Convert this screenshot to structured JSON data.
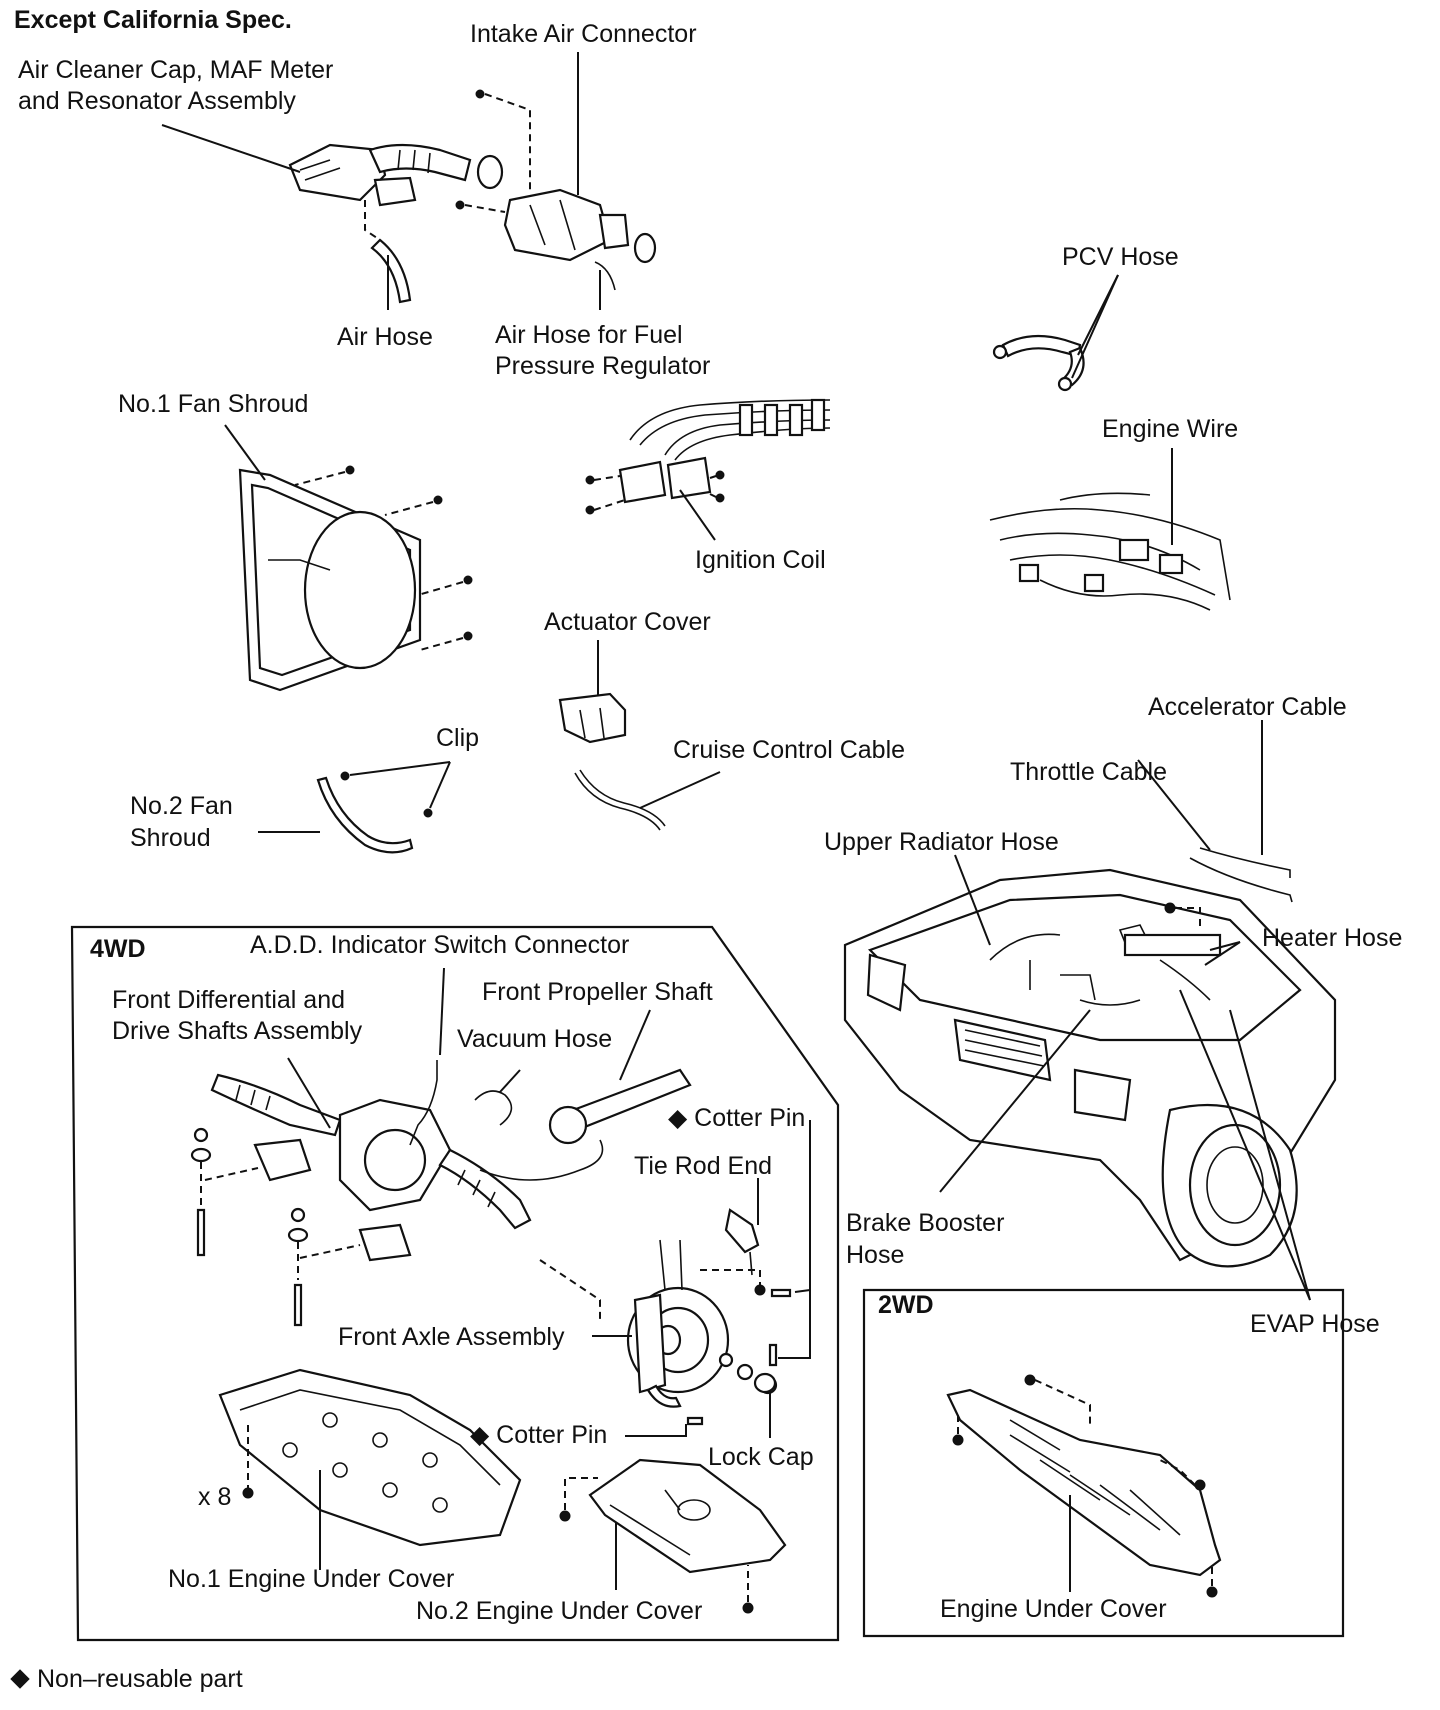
{
  "header": {
    "title": "Except California Spec."
  },
  "labels": {
    "intake_air_connector": "Intake Air Connector",
    "air_cleaner_line1": "Air Cleaner Cap, MAF Meter",
    "air_cleaner_line2": "and Resonator Assembly",
    "air_hose": "Air Hose",
    "air_hose_fpr_line1": "Air Hose for Fuel",
    "air_hose_fpr_line2": "Pressure Regulator",
    "pcv_hose": "PCV Hose",
    "no1_fan_shroud": "No.1 Fan Shroud",
    "engine_wire": "Engine Wire",
    "ignition_coil": "Ignition Coil",
    "actuator_cover": "Actuator Cover",
    "accelerator_cable": "Accelerator Cable",
    "clip": "Clip",
    "cruise_control_cable": "Cruise Control Cable",
    "throttle_cable": "Throttle Cable",
    "no2_fan_shroud_line1": "No.2 Fan",
    "no2_fan_shroud_line2": "Shroud",
    "upper_radiator_hose": "Upper Radiator Hose",
    "heater_hose": "Heater Hose",
    "brake_booster_line1": "Brake Booster",
    "brake_booster_line2": "Hose",
    "evap_hose": "EVAP Hose"
  },
  "box_4wd": {
    "title": "4WD",
    "add_switch": "A.D.D. Indicator Switch Connector",
    "front_diff_line1": "Front Differential and",
    "front_diff_line2": "Drive Shafts Assembly",
    "front_propeller_shaft": "Front Propeller Shaft",
    "vacuum_hose": "Vacuum Hose",
    "cotter_pin_1": "◆ Cotter Pin",
    "tie_rod_end": "Tie Rod End",
    "front_axle_assembly": "Front Axle Assembly",
    "cotter_pin_2": "◆ Cotter Pin",
    "lock_cap": "Lock Cap",
    "x8": "x 8",
    "no1_engine_under_cover": "No.1 Engine Under Cover",
    "no2_engine_under_cover": "No.2 Engine Under Cover"
  },
  "box_2wd": {
    "title": "2WD",
    "engine_under_cover": "Engine Under Cover"
  },
  "legend": {
    "symbol": "◆",
    "text": "Non–reusable part"
  }
}
